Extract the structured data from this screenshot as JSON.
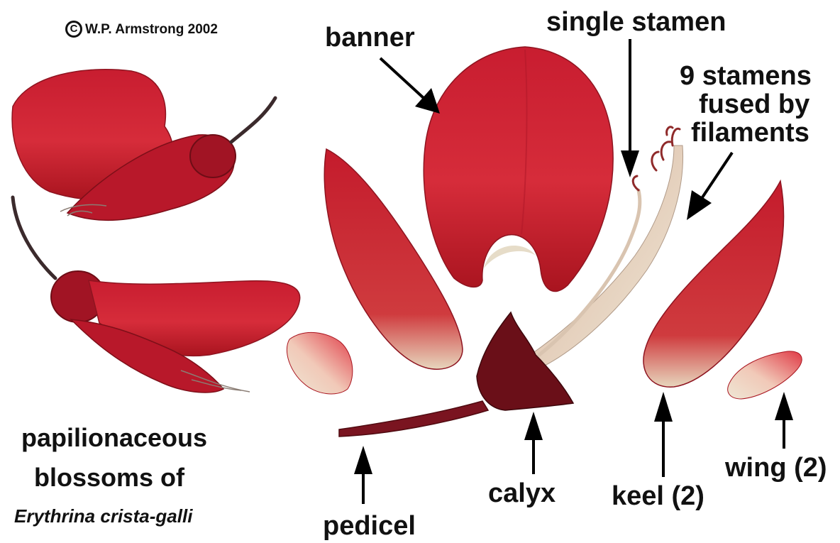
{
  "copyright": {
    "symbol": "C",
    "text": "W.P. Armstrong 2002"
  },
  "labels": {
    "banner": "banner",
    "single_stamen": "single stamen",
    "nine_stamens": [
      "9 stamens",
      "fused by",
      "filaments"
    ],
    "pedicel": "pedicel",
    "calyx": "calyx",
    "keel": "keel (2)",
    "wing": "wing (2)"
  },
  "caption": {
    "line1": "papilionaceous",
    "line2": "blossoms of",
    "species": "Erythrina crista-galli"
  },
  "colors": {
    "petal_red": "#d42a38",
    "petal_dark": "#9e1622",
    "calyx_maroon": "#6a0f18",
    "stamen_cream": "#e8dcc2",
    "background": "#ffffff",
    "text": "#111111"
  }
}
